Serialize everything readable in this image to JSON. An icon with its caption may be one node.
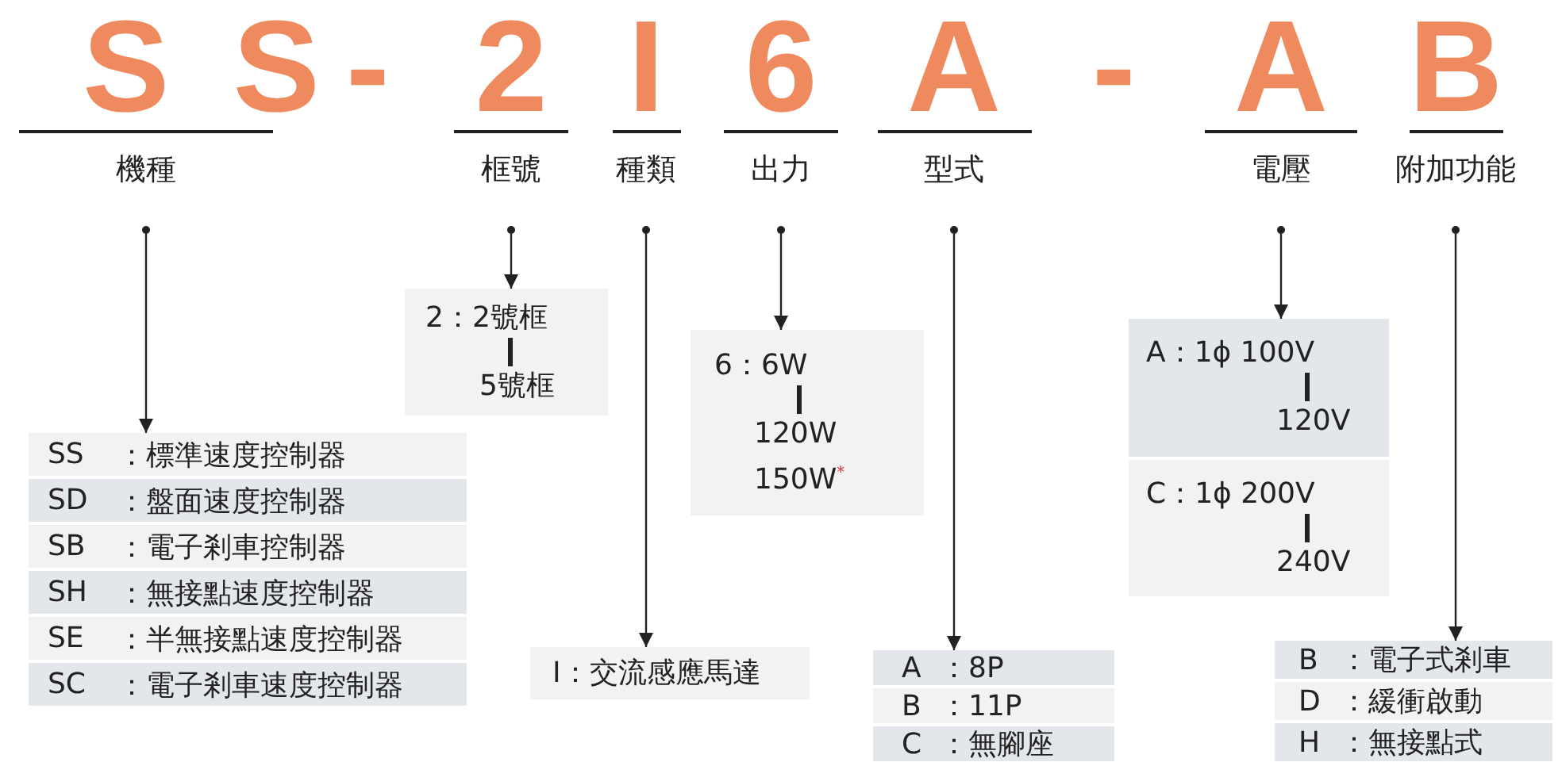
{
  "diagram": {
    "nodes": [
      {
        "text": [
          "SS",
          "機種"
        ]
      },
      {
        "text": [
          "2",
          "框號"
        ]
      },
      {
        "text": [
          "I",
          "種類"
        ]
      },
      {
        "text": [
          "6",
          "出力"
        ]
      },
      {
        "text": [
          "A",
          "型式"
        ]
      },
      {
        "text": [
          "A",
          "電壓"
        ]
      },
      {
        "text": [
          "B",
          "附加功能"
        ]
      },
      {
        "text": [],
        "shape": "box"
      },
      {
        "text": [
          "SS",
          "：標準速度控制器"
        ],
        "in": 7
      },
      {
        "text": [
          "SD",
          "：盤面速度控制器"
        ],
        "in": 7
      },
      {
        "text": [
          "SB",
          "：電子剎車控制器"
        ],
        "in": 7
      },
      {
        "text": [
          "SH",
          "：無接點速度控制器"
        ],
        "in": 7
      },
      {
        "text": [
          "SE",
          "：半無接點速度控制器"
        ],
        "in": 7
      },
      {
        "text": [
          "SC",
          "：電子剎車速度控制器"
        ],
        "in": 7
      },
      {
        "text": [
          "2：2號框",
          "5號框"
        ]
      },
      {
        "text": [
          "6：6W",
          "120W",
          "150W$^{*}$"
        ]
      },
      {
        "text": [
          "I：交流感應馬達"
        ]
      },
      {
        "text": [],
        "shape": "box"
      },
      {
        "text": [
          "A",
          "：8P"
        ],
        "in": 17
      },
      {
        "text": [
          "B",
          "：11P"
        ],
        "in": 17
      },
      {
        "text": [
          "C",
          "：無腳座"
        ],
        "in": 17
      },
      {
        "text": [],
        "shape": "box"
      },
      {
        "text": [
          "A：1ϕ 100V",
          "120V"
        ],
        "in": 21
      },
      {
        "text": [
          "C：1ϕ 200V",
          "240V"
        ],
        "in": 21
      },
      {
        "text": [],
        "shape": "box"
      },
      {
        "text": [
          "B",
          "：電子式剎車"
        ],
        "in": 24
      },
      {
        "text": [
          "D",
          "：緩衝啟動"
        ],
        "in": 24
      },
      {
        "text": [
          "H",
          "：無接點式"
        ],
        "in": 24
      }
    ],
    "edges": [
      {
        "from": 0,
        "to": 7,
        "arrow": "to"
      },
      {
        "from": 1,
        "to": 14,
        "arrow": "to"
      },
      {
        "from": 2,
        "to": 16,
        "arrow": "to"
      },
      {
        "from": 3,
        "to": 15,
        "arrow": "to"
      },
      {
        "from": 4,
        "to": 17,
        "arrow": "to"
      },
      {
        "from": 5,
        "to": 21,
        "arrow": "to"
      },
      {
        "from": 6,
        "to": 24,
        "arrow": "to"
      }
    ],
    "labels": [
      "-",
      "-"
    ]
  }
}
